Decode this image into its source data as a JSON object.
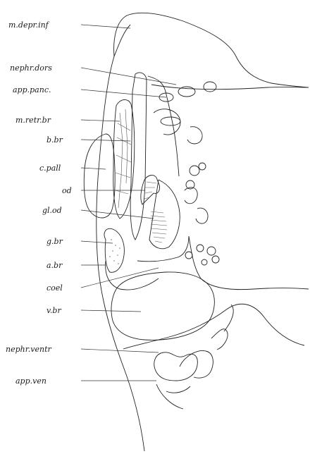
{
  "labels": [
    "m.depr.inf",
    "nephr.dors",
    "app.panc.",
    "m.retr.br",
    "b.br",
    "c.pall",
    "od",
    "gl.od",
    "g.br",
    "a.br",
    "coel",
    "v.br",
    "nephr.ventr",
    "app.ven"
  ]
}
